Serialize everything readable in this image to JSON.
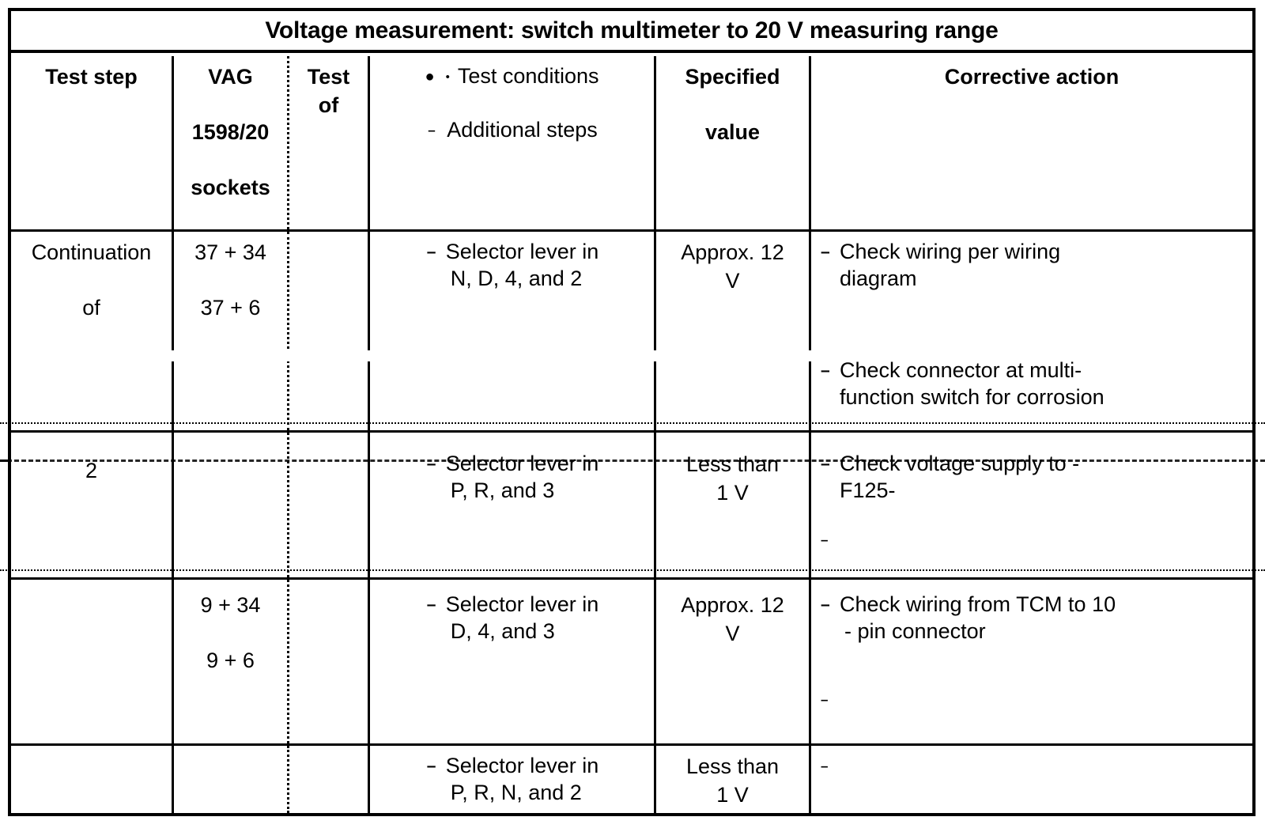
{
  "document": {
    "title": "Voltage measurement: switch multimeter to 20 V measuring range"
  },
  "table": {
    "columns": [
      {
        "key": "test_step",
        "label": "Test step"
      },
      {
        "key": "vag_sockets",
        "label_line1": "VAG",
        "label_line2": "1598/20",
        "label_line3": "sockets"
      },
      {
        "key": "test_of",
        "label_line1": "Test",
        "label_line2": "of"
      },
      {
        "key": "conditions",
        "label_line1": "Test conditions",
        "label_line2": "Additional steps",
        "bullet_big": "●",
        "bullet_small": "•",
        "marker_dash": "–"
      },
      {
        "key": "specified_value",
        "label_line1": "Specified",
        "label_line2": "value"
      },
      {
        "key": "corrective_action",
        "label": "Corrective action"
      }
    ],
    "rows": [
      {
        "test_step_line1": "Continuation",
        "test_step_line2": "of",
        "vag_line1": "37 + 34",
        "vag_line2": "37 + 6",
        "test_of": "",
        "condition_line1": "Selector lever in",
        "condition_line2": "N, D, 4, and 2",
        "specified_line1": "Approx. 12",
        "specified_line2": "V",
        "actions": [
          {
            "line1": "Check wiring per wiring",
            "line2": "diagram"
          },
          {
            "line1": "Check connector at multi-",
            "line2": "function switch for corrosion"
          }
        ]
      },
      {
        "test_step_line1": "2",
        "test_step_line2": "",
        "vag_line1": "",
        "vag_line2": "",
        "test_of": "",
        "condition_line1": "Selector lever in",
        "condition_line2": "P, R, and 3",
        "specified_line1": "Less than",
        "specified_line2": "1 V",
        "actions": [
          {
            "line1": "Check voltage supply to -",
            "line2": "F125-"
          },
          {
            "line1": "",
            "line2": ""
          }
        ]
      },
      {
        "test_step_line1": "",
        "test_step_line2": "",
        "vag_line1": "9 + 34",
        "vag_line2": "9 + 6",
        "test_of": "",
        "condition_line1": "Selector lever in",
        "condition_line2": "D, 4, and 3",
        "specified_line1": "Approx. 12",
        "specified_line2": "V",
        "actions": [
          {
            "line1": "Check wiring from TCM to 10",
            "line2": "- pin connector"
          },
          {
            "line1": "",
            "line2": ""
          }
        ]
      },
      {
        "test_step_line1": "",
        "test_step_line2": "",
        "vag_line1": "",
        "vag_line2": "",
        "test_of": "",
        "condition_line1": "Selector lever in",
        "condition_line2": "P, R, N, and 2",
        "specified_line1": "Less than",
        "specified_line2": "1 V",
        "actions": [
          {
            "line1": "",
            "line2": ""
          }
        ]
      }
    ]
  },
  "artifacts": {
    "dash": "–",
    "stray_mark": "–"
  }
}
